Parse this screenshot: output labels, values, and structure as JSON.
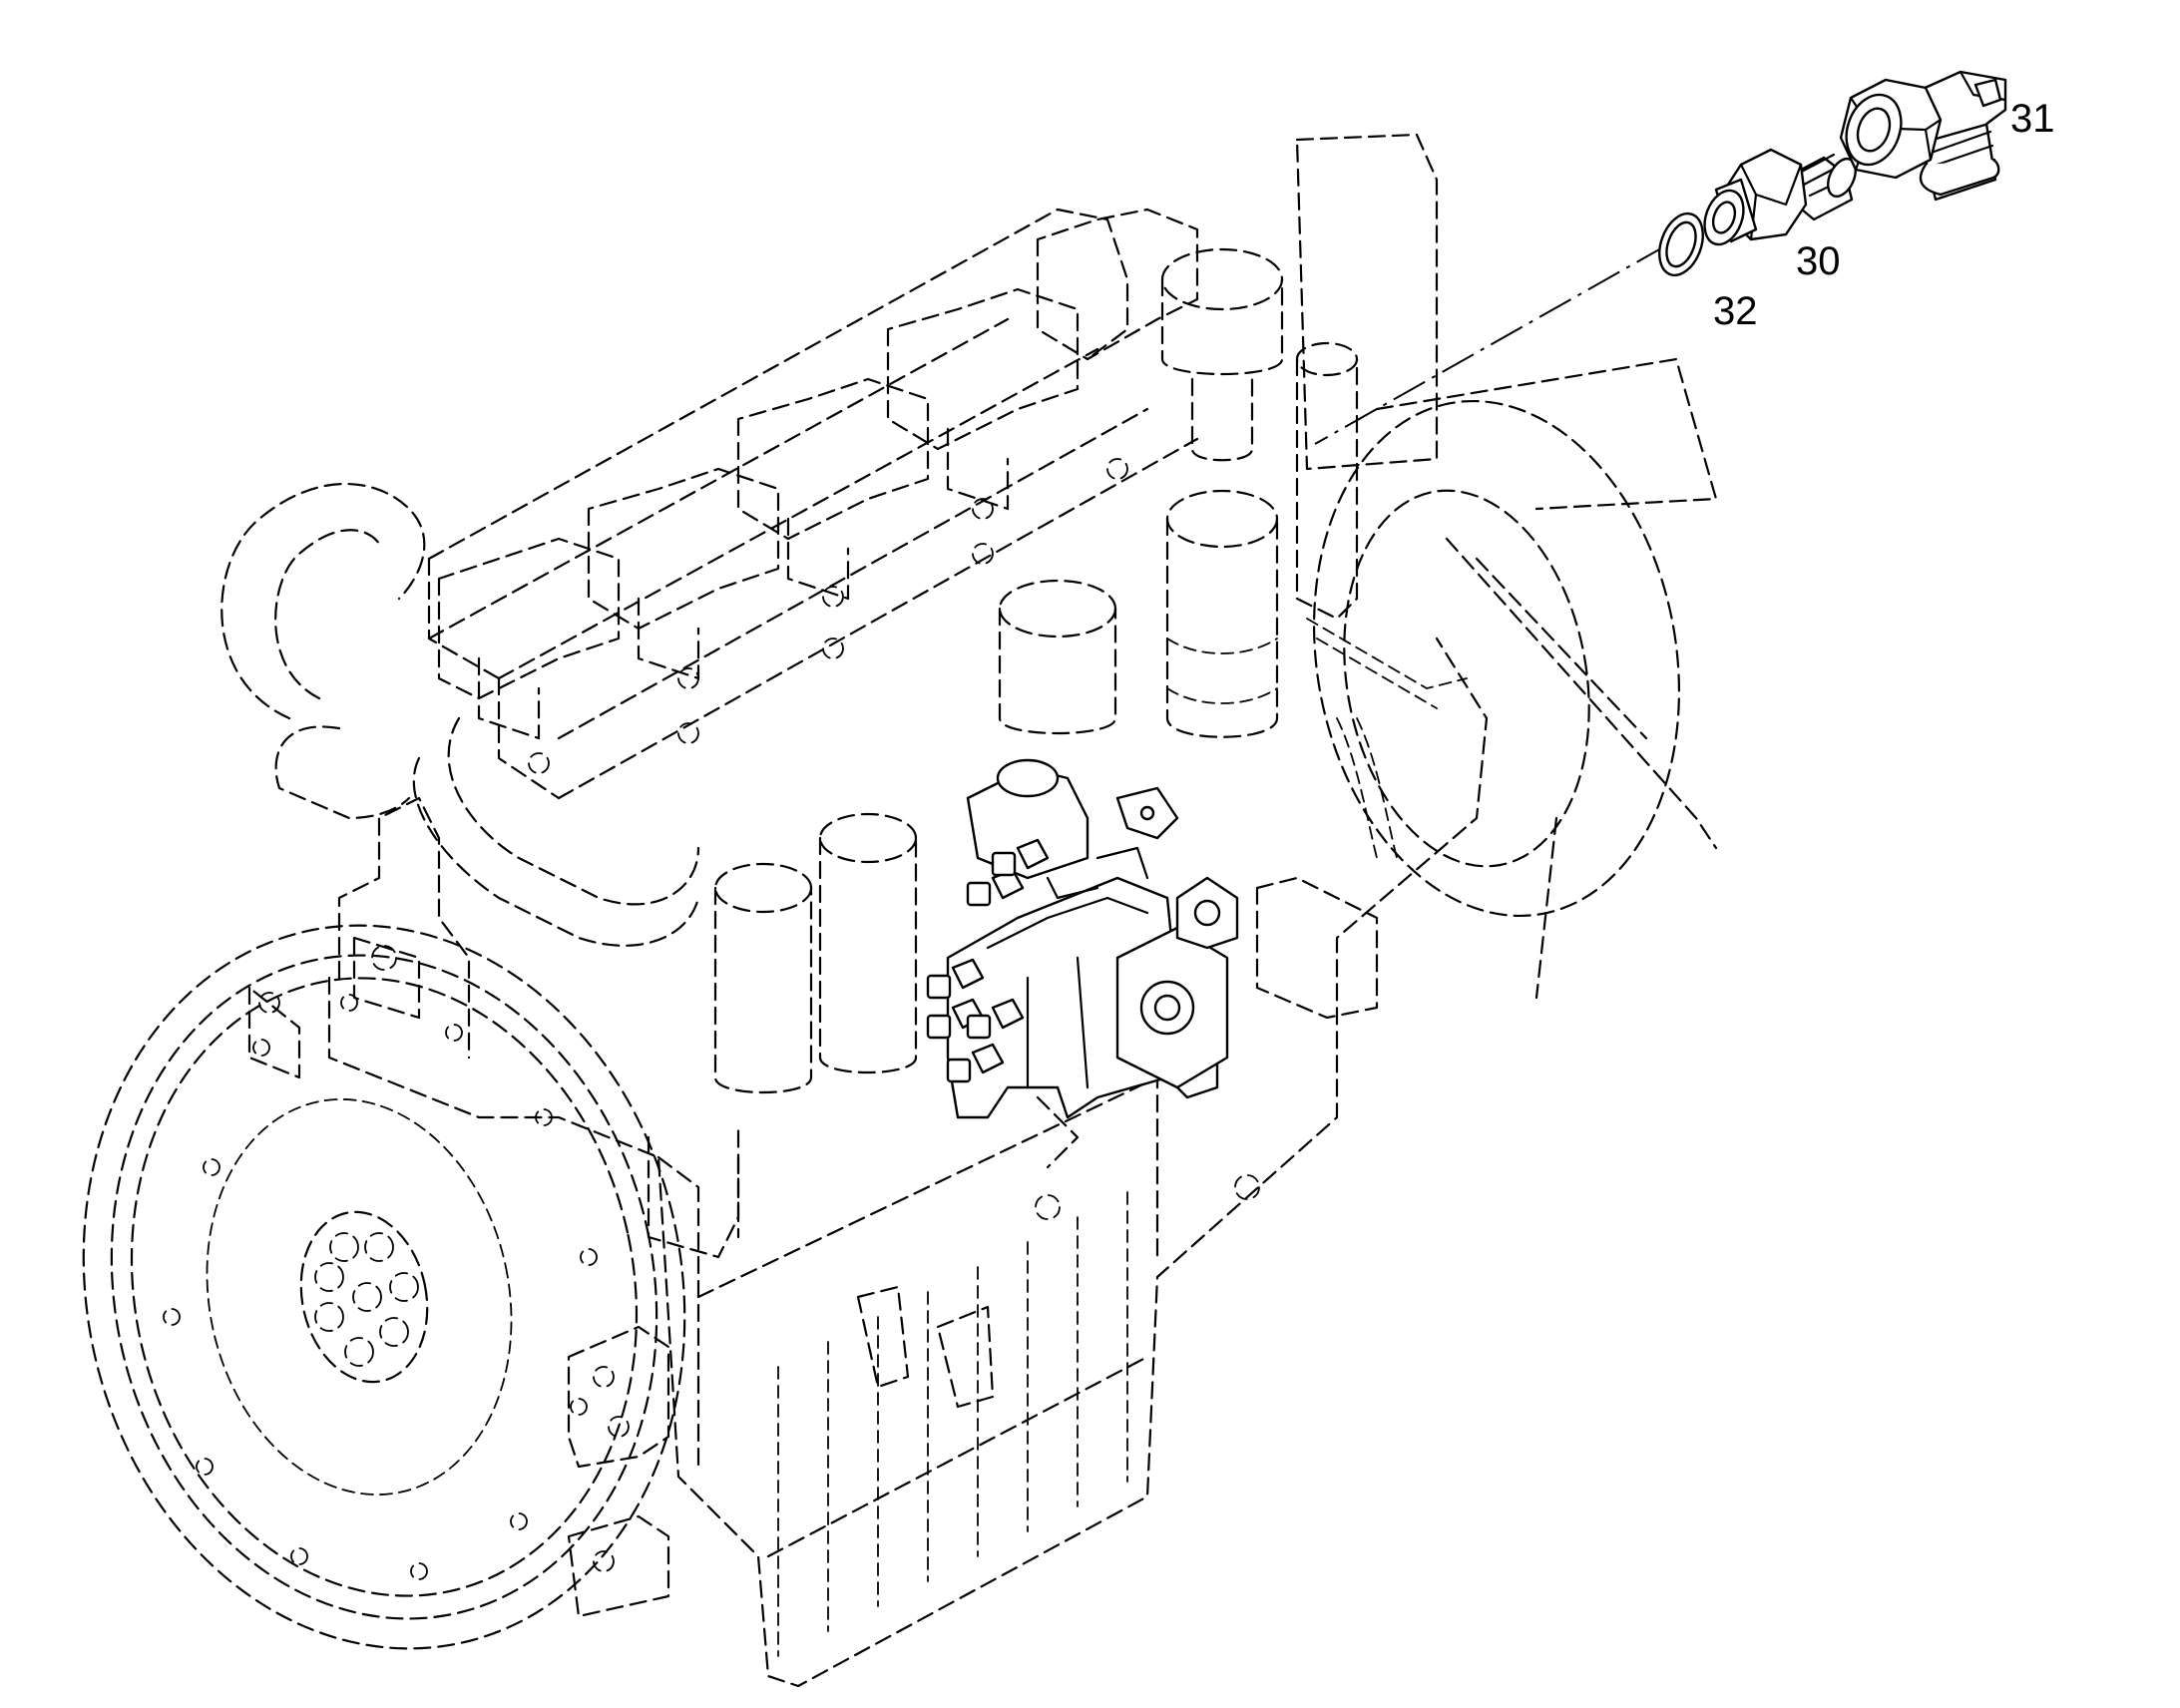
{
  "callouts": [
    {
      "id": "31",
      "label": "31"
    },
    {
      "id": "30",
      "label": "30"
    },
    {
      "id": "32",
      "label": "32"
    }
  ],
  "colors": {
    "line": "#000000",
    "background": "#ffffff"
  }
}
